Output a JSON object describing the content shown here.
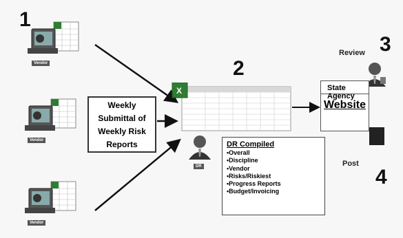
{
  "steps": {
    "s1": "1",
    "s2": "2",
    "s3": "3",
    "s4": "4"
  },
  "vendors": [
    {
      "label": "Vendor"
    },
    {
      "label": "Vendor"
    },
    {
      "label": "Vendor"
    }
  ],
  "submittal": {
    "lines": [
      "Weekly",
      "Submittal of",
      "Weekly Risk",
      "Reports"
    ]
  },
  "dr_label": "DR",
  "dr_compiled": {
    "title": "DR Compiled",
    "items": [
      "•Overall",
      "•Discipline",
      "•Vendor",
      "•Risks/Riskiest",
      "•Progress Reports",
      "•Budget/Invoicing"
    ]
  },
  "review_label": "Review",
  "post_label": "Post",
  "agency": {
    "title": "State Agency",
    "website": "Website"
  },
  "colors": {
    "arrow": "#111111",
    "border": "#333333",
    "excel_green": "#2e7d32"
  }
}
